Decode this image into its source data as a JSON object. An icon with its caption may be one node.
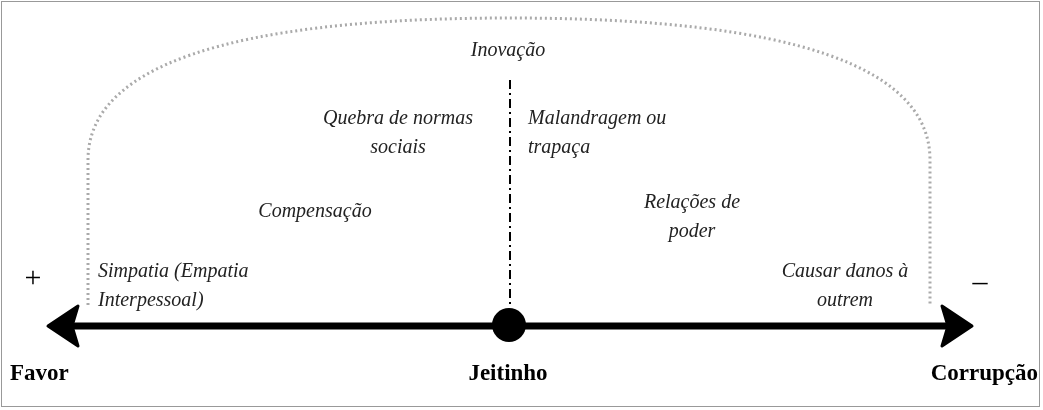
{
  "diagram": {
    "labels": [
      "Inovação",
      "Quebra de normas sociais",
      "Malandragem ou trapaça",
      "Compensação",
      "Relações de poder",
      "+",
      "Simpatia (Empatia Interpessoal)",
      "Causar danos à outrem",
      "–",
      "Favor",
      "Jeitinho",
      "Corrupção"
    ]
  }
}
